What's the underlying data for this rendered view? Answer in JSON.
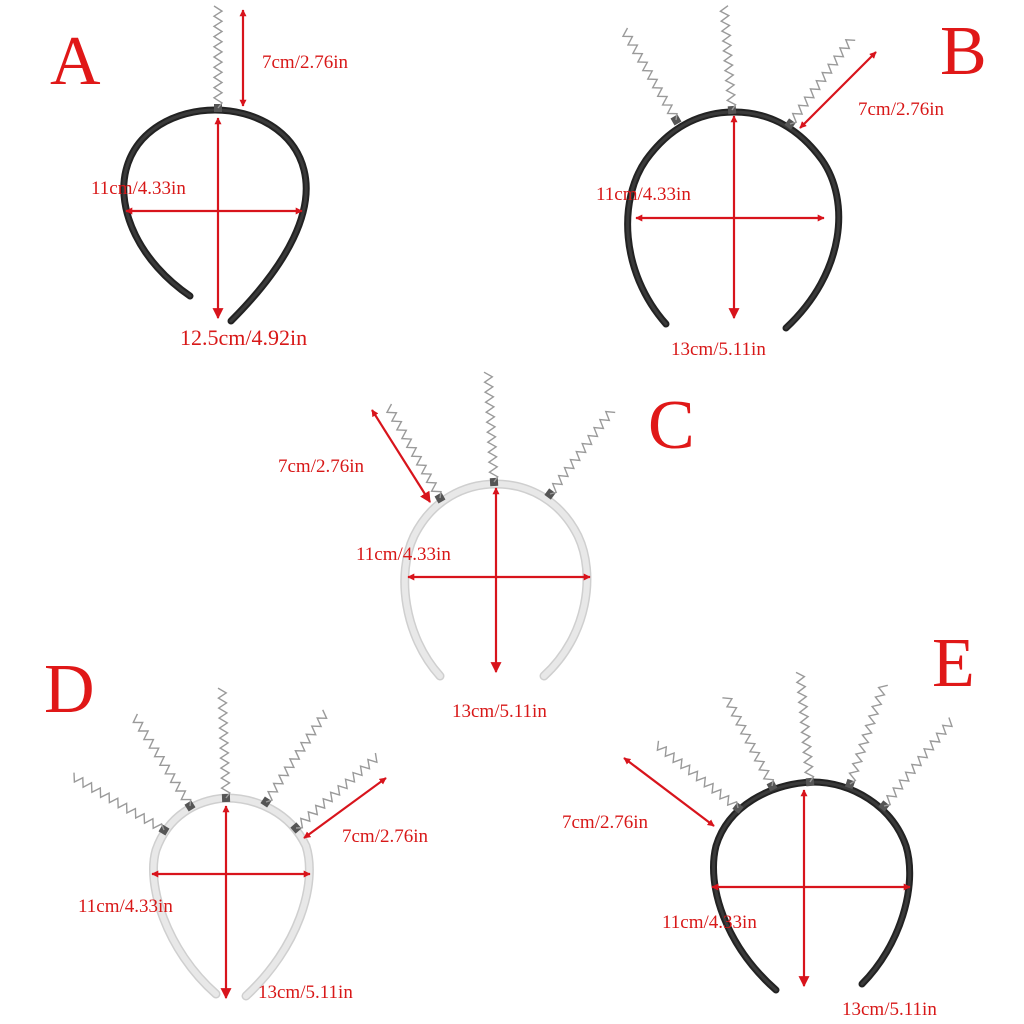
{
  "panels": [
    {
      "id": "A",
      "letter": "A",
      "spring_count": 1,
      "band_color": "#3a3a3a",
      "spring_length": "7cm/2.76in",
      "width": "11cm/4.33in",
      "height": "12.5cm/4.92in"
    },
    {
      "id": "B",
      "letter": "B",
      "spring_count": 3,
      "band_color": "#3a3a3a",
      "spring_length": "7cm/2.76in",
      "width": "11cm/4.33in",
      "height": "13cm/5.11in"
    },
    {
      "id": "C",
      "letter": "C",
      "spring_count": 3,
      "band_color": "#e8e8e8",
      "spring_length": "7cm/2.76in",
      "width": "11cm/4.33in",
      "height": "13cm/5.11in"
    },
    {
      "id": "D",
      "letter": "D",
      "spring_count": 5,
      "band_color": "#e8e8e8",
      "spring_length": "7cm/2.76in",
      "width": "11cm/4.33in",
      "height": "13cm/5.11in"
    },
    {
      "id": "E",
      "letter": "E",
      "spring_count": 5,
      "band_color": "#3a3a3a",
      "spring_length": "7cm/2.76in",
      "width": "11cm/4.33in",
      "height": "13cm/5.11in"
    }
  ],
  "colors": {
    "label_red": "#e01818",
    "arrow_red": "#d8141c",
    "spring_gray": "#9a9a9a"
  }
}
